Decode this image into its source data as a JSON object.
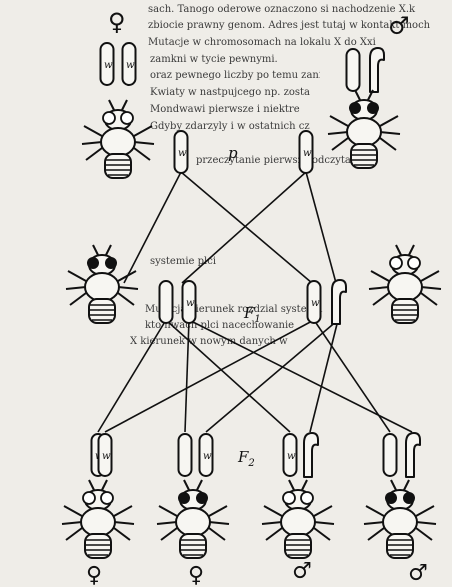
{
  "labels": {
    "parental": "p",
    "f1": "F",
    "f1_sub": "1",
    "f2": "F",
    "f2_sub": "2",
    "allele": "w"
  },
  "sex_symbols": {
    "female": "♀",
    "male": "♂"
  },
  "background_text": [
    "sach. Tanogo oderowe oznaczono si nachodzenie X.k",
    "zbiocie prawny genom. Adres jest tutaj w kontakt moch",
    "Mutacje w chromosomach na lokalu X do Xxi",
    "zamkni w tycie pewnymi.",
    "oraz pewnego liczby po temu zanim",
    "Kwiaty w nastpujcego np. zostal przedstawiony",
    "Mondwawi pierwsze i niektre",
    "Gdyby zdarzyly i w ostatnich czasach",
    "przeczytanie pierwsze odczyta XX",
    "systemie plci",
    "Mutacja kierunek rozdzial systemu",
    "kto nwach plci nacechowanie",
    "X kierunek w nowym danych w"
  ]
}
